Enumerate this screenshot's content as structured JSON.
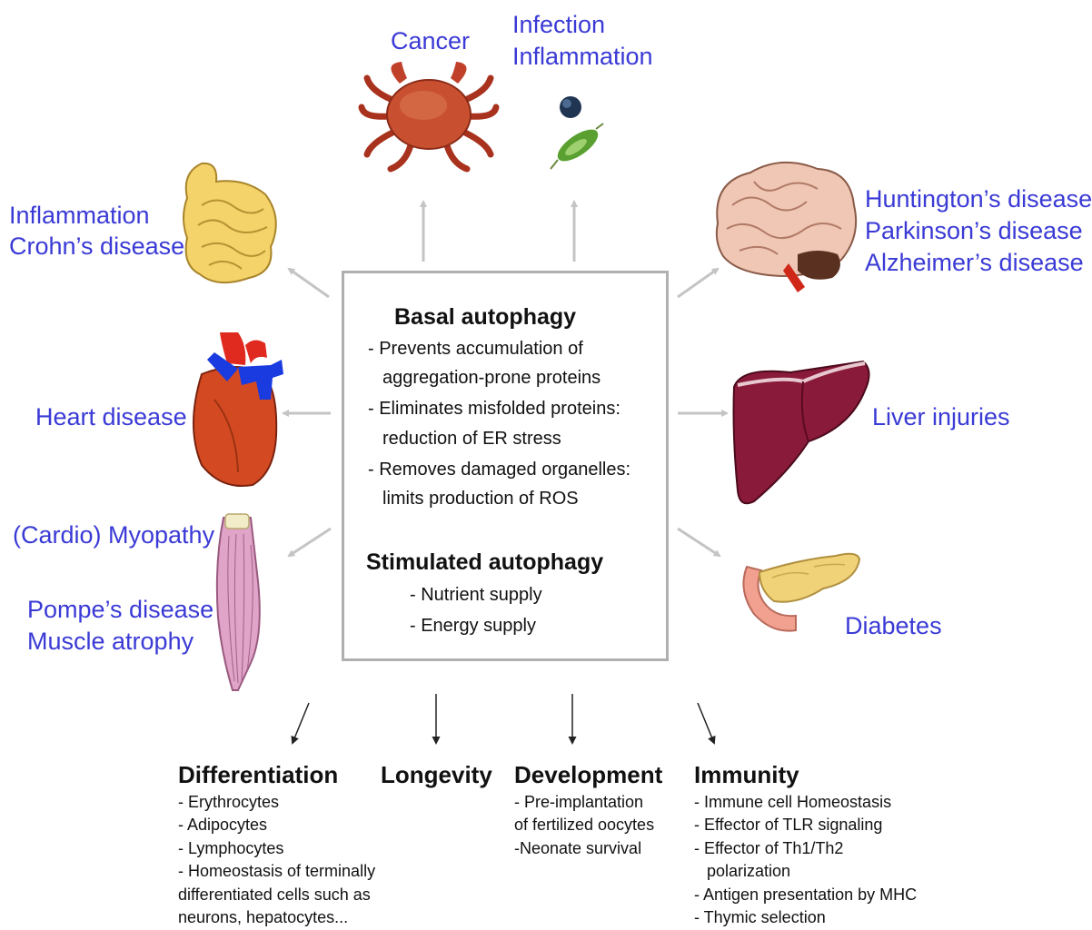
{
  "top": {
    "cancer": "Cancer",
    "infection": [
      "Infection",
      "Inflammation"
    ]
  },
  "left": {
    "gut": [
      "Inflammation",
      "Crohn’s disease"
    ],
    "heart": "Heart disease",
    "muscle_top": "(Cardio) Myopathy",
    "muscle_bottom": [
      "Pompe’s disease",
      "Muscle atrophy"
    ]
  },
  "right": {
    "brain": [
      "Huntington’s disease",
      "Parkinson’s disease",
      "Alzheimer’s disease"
    ],
    "liver": "Liver injuries",
    "pancreas": "Diabetes"
  },
  "center": {
    "basal_title": "Basal autophagy",
    "basal_lines": [
      "- Prevents accumulation of",
      "aggregation-prone proteins",
      "- Eliminates misfolded proteins:",
      "reduction of ER stress",
      "- Removes damaged organelles:",
      "limits production of ROS"
    ],
    "stimulated_title": "Stimulated autophagy",
    "stimulated_lines": [
      "-  Nutrient supply",
      "-  Energy supply"
    ]
  },
  "bottom": {
    "differentiation": {
      "title": "Differentiation",
      "lines": [
        "- Erythrocytes",
        "- Adipocytes",
        "- Lymphocytes",
        "- Homeostasis of terminally",
        "differentiated cells such as",
        "neurons, hepatocytes..."
      ]
    },
    "longevity": {
      "title": "Longevity"
    },
    "development": {
      "title": "Development",
      "lines": [
        "- Pre-implantation",
        "of fertilized oocytes",
        "-Neonate survival"
      ]
    },
    "immunity": {
      "title": "Immunity",
      "lines": [
        "- Immune cell Homeostasis",
        "- Effector of TLR signaling",
        "- Effector of Th1/Th2",
        "polarization",
        "- Antigen presentation by MHC",
        "- Thymic selection"
      ]
    }
  },
  "colors": {
    "label_blue": "#3a3ad6",
    "arrow_gray": "#c4c4c4",
    "box_border": "#b0b0b0"
  },
  "icons": [
    "crab-icon",
    "pathogen-icon",
    "intestine-icon",
    "heart-icon",
    "muscle-icon",
    "brain-icon",
    "liver-icon",
    "pancreas-icon"
  ]
}
